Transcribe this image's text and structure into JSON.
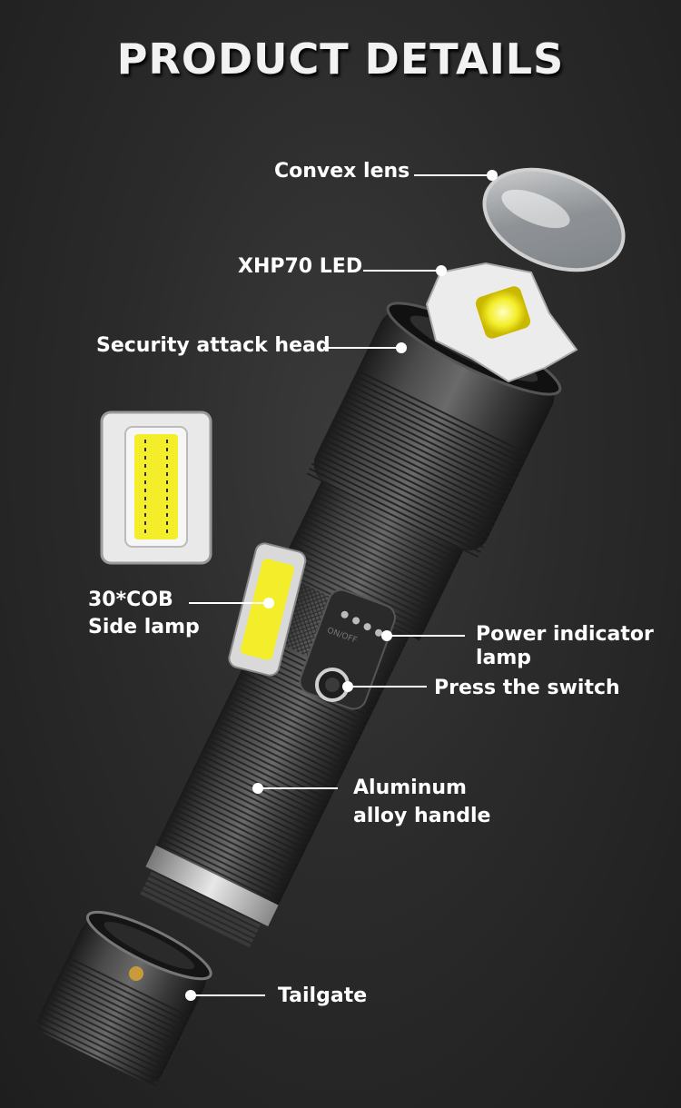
{
  "title": "PRODUCT DETAILS",
  "labels": {
    "convex_lens": "Convex lens",
    "xhp70_led": "XHP70 LED",
    "security_head": "Security attack head",
    "cob_line1": "30*COB",
    "cob_line2": "Side lamp",
    "power_line1": "Power indicator",
    "power_line2": "lamp",
    "press_switch": "Press the switch",
    "handle_line1": "Aluminum",
    "handle_line2": "alloy handle",
    "tailgate": "Tailgate"
  },
  "switch_marking": "ON/OFF",
  "colors": {
    "led_yellow": "#f4ee2a",
    "label_text": "#ffffff",
    "background": "#2b2b2b"
  }
}
